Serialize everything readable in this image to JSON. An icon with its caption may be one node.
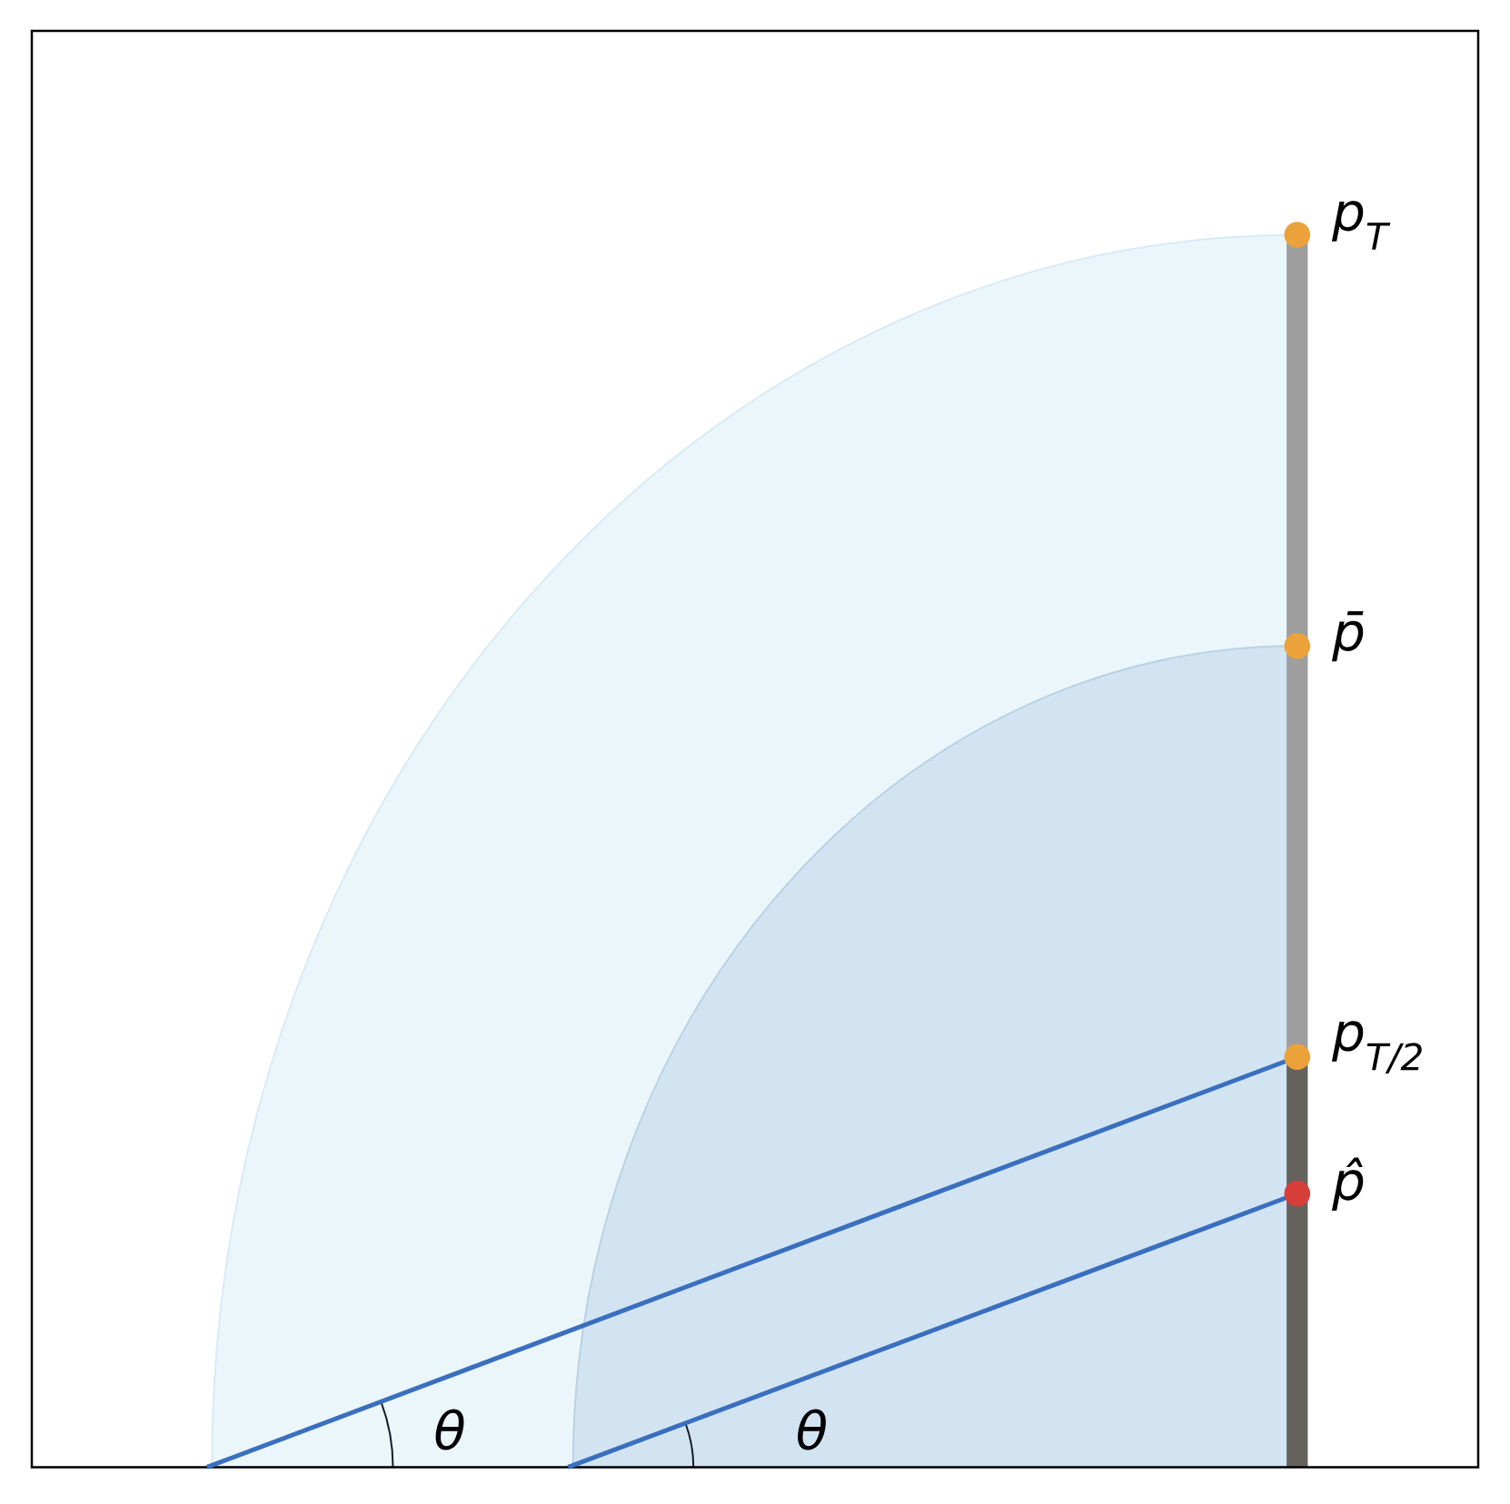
{
  "diagram": {
    "nodes": [
      {
        "text": [],
        "shape": "circle",
        "beside": [
          "p$_{T}$"
        ]
      },
      {
        "text": [],
        "shape": "circle",
        "beside": [
          "p̄"
        ]
      },
      {
        "text": [],
        "shape": "circle",
        "beside": [
          "p$_{T/2}$"
        ]
      },
      {
        "text": [],
        "shape": "circle",
        "beside": [
          "p̂"
        ]
      }
    ],
    "edges": [
      {
        "from": null,
        "to": 2,
        "arrow": "none"
      },
      {
        "from": null,
        "to": 3,
        "arrow": "none"
      }
    ],
    "labels": [
      "θ",
      "θ"
    ]
  }
}
